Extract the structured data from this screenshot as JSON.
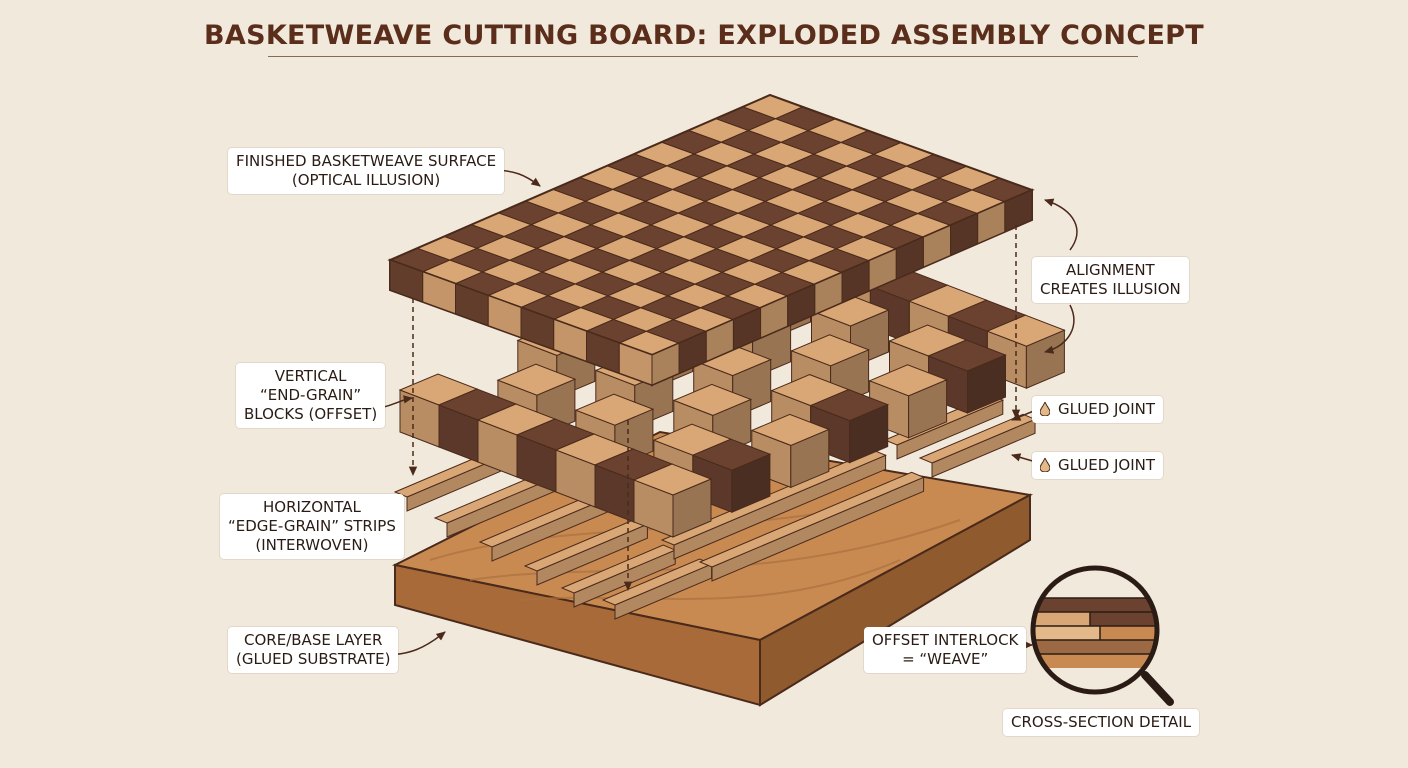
{
  "title": "BASKETWEAVE CUTTING BOARD: EXPLODED ASSEMBLY CONCEPT",
  "labels": {
    "surface": [
      "FINISHED BASKETWEAVE SURFACE",
      "(OPTICAL ILLUSION)"
    ],
    "vertical": [
      "VERTICAL",
      "“END-GRAIN”",
      "BLOCKS (OFFSET)"
    ],
    "horizontal": [
      "HORIZONTAL",
      "“EDGE-GRAIN” STRIPS",
      "(INTERWOVEN)"
    ],
    "core": [
      "CORE/BASE LAYER",
      "(GLUED SUBSTRATE)"
    ],
    "alignment": [
      "ALIGNMENT",
      "CREATES ILLUSION"
    ],
    "glued_joint_1": "GLUED JOINT",
    "glued_joint_2": "GLUED JOINT",
    "interlock": [
      "OFFSET INTERLOCK",
      "= “WEAVE”"
    ],
    "cross_section": "CROSS-SECTION DETAIL"
  },
  "colors": {
    "dark_wood": "#6b4230",
    "light_wood": "#d9a675",
    "base_wood": "#c98a52",
    "outline": "#4a2a1a",
    "title": "#5a2e1a",
    "background": "#f2e9dd"
  },
  "icons": [
    "glue-drop-icon",
    "magnifier-icon",
    "leader-arrow-icon"
  ]
}
